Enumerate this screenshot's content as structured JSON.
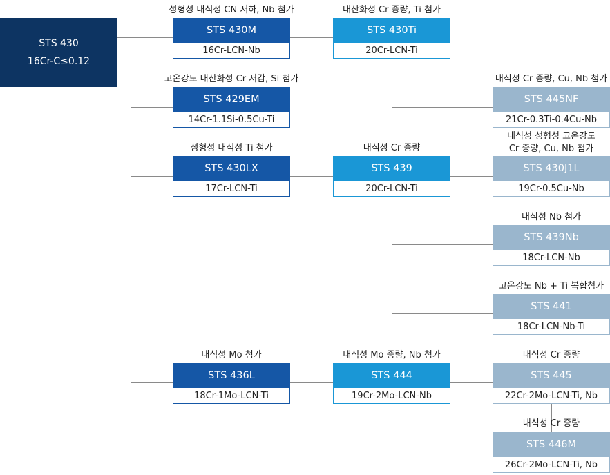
{
  "root": {
    "name": "STS 430",
    "spec": "16Cr-C≤0.12"
  },
  "grades": {
    "sts430m": {
      "caption": [
        "성형성 내식성 CN 저하, Nb 첨가"
      ],
      "name": "STS 430M",
      "spec": "16Cr-LCN-Nb"
    },
    "sts430ti": {
      "caption": [
        "내산화성 Cr 증량, Ti 첨가"
      ],
      "name": "STS 430Ti",
      "spec": "20Cr-LCN-Ti"
    },
    "sts429em": {
      "caption": [
        "고온강도 내산화성 Cr 저감, Si 첨가"
      ],
      "name": "STS 429EM",
      "spec": "14Cr-1.1Si-0.5Cu-Ti"
    },
    "sts445nf": {
      "caption": [
        "내식성 Cr 증량, Cu, Nb 첨가"
      ],
      "name": "STS 445NF",
      "spec": "21Cr-0.3Ti-0.4Cu-Nb"
    },
    "sts430lx": {
      "caption": [
        "성형성 내식성 Ti 첨가"
      ],
      "name": "STS 430LX",
      "spec": "17Cr-LCN-Ti"
    },
    "sts439": {
      "caption": [
        "내식성 Cr 증량"
      ],
      "name": "STS 439",
      "spec": "20Cr-LCN-Ti"
    },
    "sts430j1l": {
      "caption": [
        "내식성 성형성 고온강도",
        "Cr 증량, Cu, Nb 첨가"
      ],
      "name": "STS 430J1L",
      "spec": "19Cr-0.5Cu-Nb"
    },
    "sts439nb": {
      "caption": [
        "내식성 Nb 첨가"
      ],
      "name": "STS 439Nb",
      "spec": "18Cr-LCN-Nb"
    },
    "sts441": {
      "caption": [
        "고온강도 Nb + Ti 복합첨가"
      ],
      "name": "STS 441",
      "spec": "18Cr-LCN-Nb-Ti"
    },
    "sts436l": {
      "caption": [
        "내식성 Mo 첨가"
      ],
      "name": "STS 436L",
      "spec": "18Cr-1Mo-LCN-Ti"
    },
    "sts444": {
      "caption": [
        "내식성 Mo 증량, Nb 첨가"
      ],
      "name": "STS 444",
      "spec": "19Cr-2Mo-LCN-Nb"
    },
    "sts445": {
      "caption": [
        "내식성 Cr 증량"
      ],
      "name": "STS 445",
      "spec": "22Cr-2Mo-LCN-Ti, Nb"
    },
    "sts446m": {
      "caption": [
        "내식성 Cr 증량"
      ],
      "name": "STS 446M",
      "spec": "26Cr-2Mo-LCN-Ti, Nb"
    }
  },
  "connections": [
    [
      "root",
      "sts430m"
    ],
    [
      "root",
      "sts429em"
    ],
    [
      "root",
      "sts430lx"
    ],
    [
      "root",
      "sts436l"
    ],
    [
      "sts430m",
      "sts430ti"
    ],
    [
      "sts430lx",
      "sts439"
    ],
    [
      "sts439",
      "sts445nf"
    ],
    [
      "sts439",
      "sts430j1l"
    ],
    [
      "sts439",
      "sts439nb"
    ],
    [
      "sts439",
      "sts441"
    ],
    [
      "sts436l",
      "sts444"
    ],
    [
      "sts444",
      "sts445"
    ],
    [
      "sts445",
      "sts446m"
    ]
  ],
  "colors": {
    "root": "#0d3462",
    "level1": "#1557a6",
    "level2": "#1a97d6",
    "level3": "#9ab6cd",
    "connector": "#8a8a8a"
  }
}
